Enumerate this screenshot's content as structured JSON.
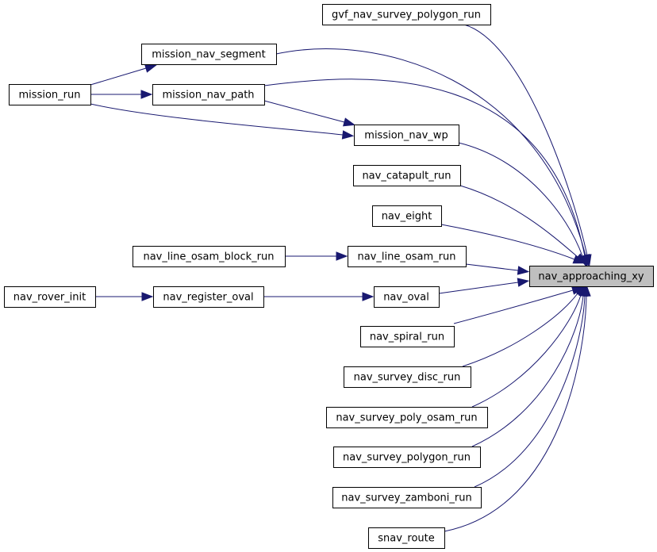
{
  "graph": {
    "target": "nav_approaching_xy",
    "nodes": [
      {
        "id": "nav_approaching_xy",
        "label": "nav_approaching_xy"
      },
      {
        "id": "gvf_nav_survey_polygon_run",
        "label": "gvf_nav_survey_polygon_run"
      },
      {
        "id": "mission_nav_segment",
        "label": "mission_nav_segment"
      },
      {
        "id": "mission_run",
        "label": "mission_run"
      },
      {
        "id": "mission_nav_path",
        "label": "mission_nav_path"
      },
      {
        "id": "mission_nav_wp",
        "label": "mission_nav_wp"
      },
      {
        "id": "nav_catapult_run",
        "label": "nav_catapult_run"
      },
      {
        "id": "nav_eight",
        "label": "nav_eight"
      },
      {
        "id": "nav_line_osam_block_run",
        "label": "nav_line_osam_block_run"
      },
      {
        "id": "nav_line_osam_run",
        "label": "nav_line_osam_run"
      },
      {
        "id": "nav_rover_init",
        "label": "nav_rover_init"
      },
      {
        "id": "nav_register_oval",
        "label": "nav_register_oval"
      },
      {
        "id": "nav_oval",
        "label": "nav_oval"
      },
      {
        "id": "nav_spiral_run",
        "label": "nav_spiral_run"
      },
      {
        "id": "nav_survey_disc_run",
        "label": "nav_survey_disc_run"
      },
      {
        "id": "nav_survey_poly_osam_run",
        "label": "nav_survey_poly_osam_run"
      },
      {
        "id": "nav_survey_polygon_run",
        "label": "nav_survey_polygon_run"
      },
      {
        "id": "nav_survey_zamboni_run",
        "label": "nav_survey_zamboni_run"
      },
      {
        "id": "snav_route",
        "label": "snav_route"
      }
    ],
    "edges": [
      {
        "from": "gvf_nav_survey_polygon_run",
        "to": "nav_approaching_xy"
      },
      {
        "from": "mission_nav_segment",
        "to": "nav_approaching_xy"
      },
      {
        "from": "mission_nav_path",
        "to": "nav_approaching_xy"
      },
      {
        "from": "mission_nav_wp",
        "to": "nav_approaching_xy"
      },
      {
        "from": "nav_catapult_run",
        "to": "nav_approaching_xy"
      },
      {
        "from": "nav_eight",
        "to": "nav_approaching_xy"
      },
      {
        "from": "nav_line_osam_run",
        "to": "nav_approaching_xy"
      },
      {
        "from": "nav_oval",
        "to": "nav_approaching_xy"
      },
      {
        "from": "nav_spiral_run",
        "to": "nav_approaching_xy"
      },
      {
        "from": "nav_survey_disc_run",
        "to": "nav_approaching_xy"
      },
      {
        "from": "nav_survey_poly_osam_run",
        "to": "nav_approaching_xy"
      },
      {
        "from": "nav_survey_polygon_run",
        "to": "nav_approaching_xy"
      },
      {
        "from": "nav_survey_zamboni_run",
        "to": "nav_approaching_xy"
      },
      {
        "from": "snav_route",
        "to": "nav_approaching_xy"
      },
      {
        "from": "mission_run",
        "to": "mission_nav_segment"
      },
      {
        "from": "mission_run",
        "to": "mission_nav_path"
      },
      {
        "from": "mission_run",
        "to": "mission_nav_wp"
      },
      {
        "from": "mission_nav_path",
        "to": "mission_nav_wp"
      },
      {
        "from": "nav_line_osam_block_run",
        "to": "nav_line_osam_run"
      },
      {
        "from": "nav_rover_init",
        "to": "nav_register_oval"
      },
      {
        "from": "nav_register_oval",
        "to": "nav_oval"
      }
    ]
  },
  "colors": {
    "edge": "#191970",
    "node_border": "#000000",
    "node_fill": "#ffffff",
    "target_fill": "#bfbfbf"
  }
}
